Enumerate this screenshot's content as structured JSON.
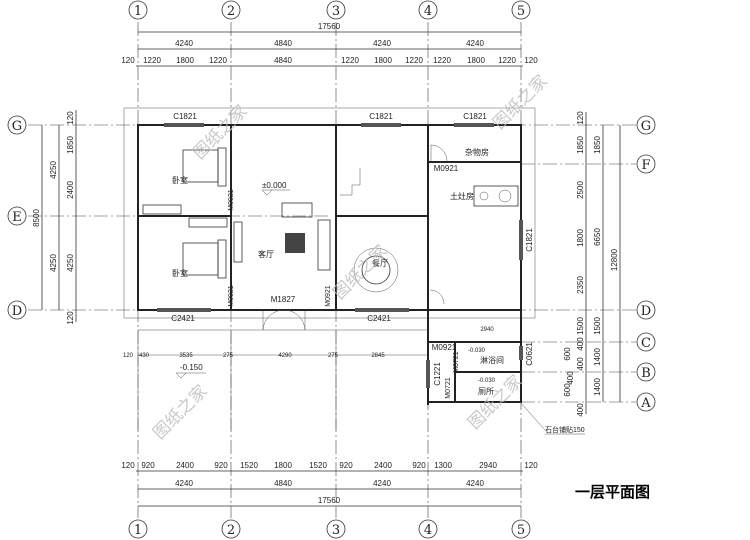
{
  "title": "一层平面图",
  "grid_axes": {
    "columns": [
      "1",
      "2",
      "3",
      "4",
      "5"
    ],
    "rows_left": [
      "G",
      "E",
      "D"
    ],
    "rows_right": [
      "G",
      "F",
      "D",
      "C",
      "B",
      "A"
    ]
  },
  "top_dims": {
    "total": "17560",
    "bays": [
      "4240",
      "4840",
      "4240",
      "4240"
    ],
    "detail": [
      "120",
      "1220",
      "1800",
      "1220",
      "4840",
      "1220",
      "1800",
      "1220",
      "1220",
      "1800",
      "1220",
      "120"
    ]
  },
  "bottom_dims": {
    "detail": [
      "120",
      "920",
      "2400",
      "920",
      "1520",
      "1800",
      "1520",
      "920",
      "2400",
      "920",
      "1300",
      "2940",
      "120"
    ],
    "bays": [
      "4240",
      "4840",
      "4240",
      "4240"
    ],
    "total": "17560"
  },
  "left_dims": {
    "total": "8500",
    "mid": [
      "4250",
      "4250"
    ],
    "detail": [
      "120",
      "1850",
      "2400",
      "4250",
      "120"
    ]
  },
  "right_dims": {
    "detail": [
      "120",
      "1850",
      "2500",
      "1800",
      "2350",
      "1500",
      "400",
      "600",
      "400",
      "400",
      "600",
      "400"
    ],
    "mid": [
      "1850",
      "6650",
      "1500",
      "1400",
      "1400"
    ],
    "total": "12800"
  },
  "porch_dims": [
    "120",
    "430",
    "3535",
    "275",
    "4290",
    "275",
    "2845"
  ],
  "windows": {
    "c1821_a": "C1821",
    "c1821_b": "C1821",
    "c1821_c": "C1821",
    "c1821_v": "C1821",
    "c2421_a": "C2421",
    "c2421_b": "C2421",
    "c0621": "C0621",
    "c1221": "C1221"
  },
  "doors": {
    "m1827": "M1827",
    "m0921_a": "M0921",
    "m0921_b": "M0921",
    "m0921_c": "M0921",
    "m0921_d": "M0921",
    "m0921_e": "M0921",
    "m0721_a": "M0721",
    "m0721_b": "M0721"
  },
  "rooms": {
    "bedroom_1": "卧室",
    "bedroom_2": "卧室",
    "living": "客厅",
    "dining": "餐厅",
    "storage": "杂物房",
    "kitchen": "土灶房",
    "shower": "淋浴间",
    "toilet": "厕所"
  },
  "elevations": {
    "floor": "±0.000",
    "porch": "-0.150",
    "shower": "-0.030",
    "toilet": "-0.030"
  },
  "annotations": {
    "stone_step": "石台铺贴150",
    "d2940": "2940"
  },
  "watermark": "图纸之家"
}
